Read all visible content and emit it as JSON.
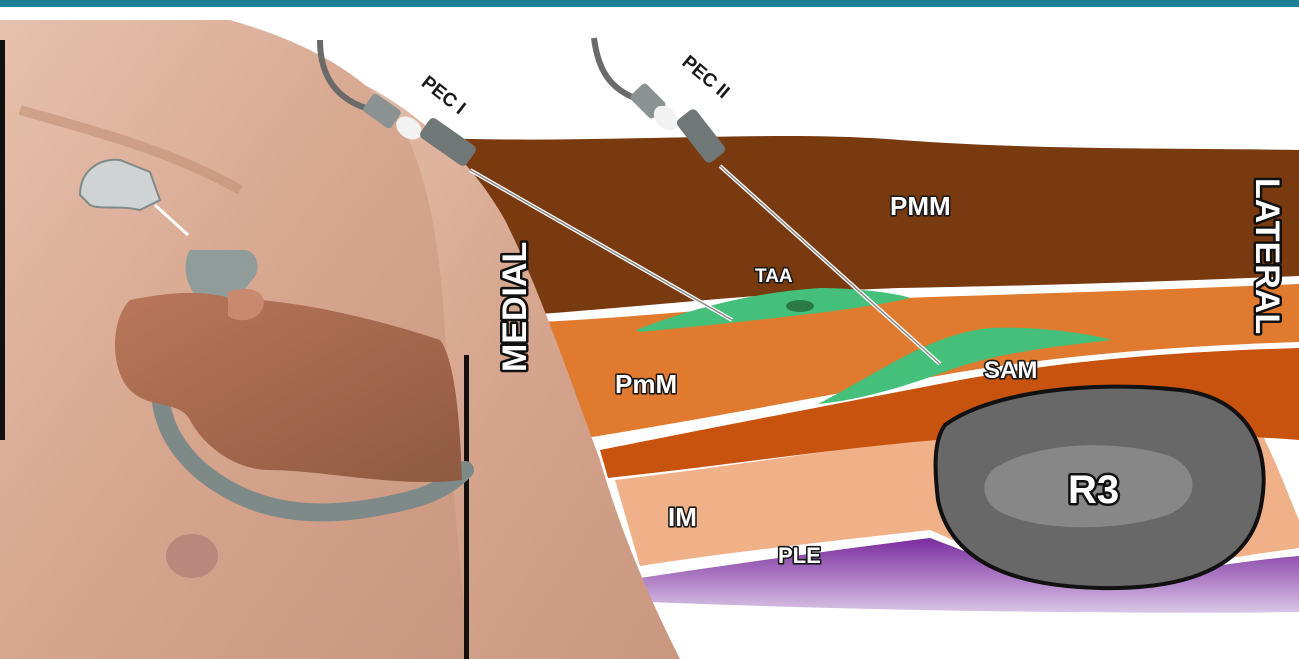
{
  "labels": {
    "pec1": "PEC I",
    "pec2": "PEC II",
    "pmm": "PMM",
    "taa": "TAA",
    "pmm_minor": "PmM",
    "sam": "SAM",
    "im": "IM",
    "ple": "PLE",
    "r3": "R3",
    "medial": "MEDIAL",
    "lateral": "LATERAL"
  },
  "colors": {
    "accent_bar": "#1f7f97",
    "pectoralis_major": "#7a3a10",
    "pectoralis_minor": "#e07a2e",
    "serratus": "#c8530e",
    "intercostal": "#f0b088",
    "pleura": "#7a2c9e",
    "vessels": "#44c07a",
    "rib": "#6b6b6b",
    "skin": "#d9aa92"
  },
  "icons": {
    "needle1": "needle-icon",
    "needle2": "needle-icon",
    "probe": "ultrasound-probe-icon",
    "hand": "hand-illustration",
    "torso": "torso-illustration"
  }
}
